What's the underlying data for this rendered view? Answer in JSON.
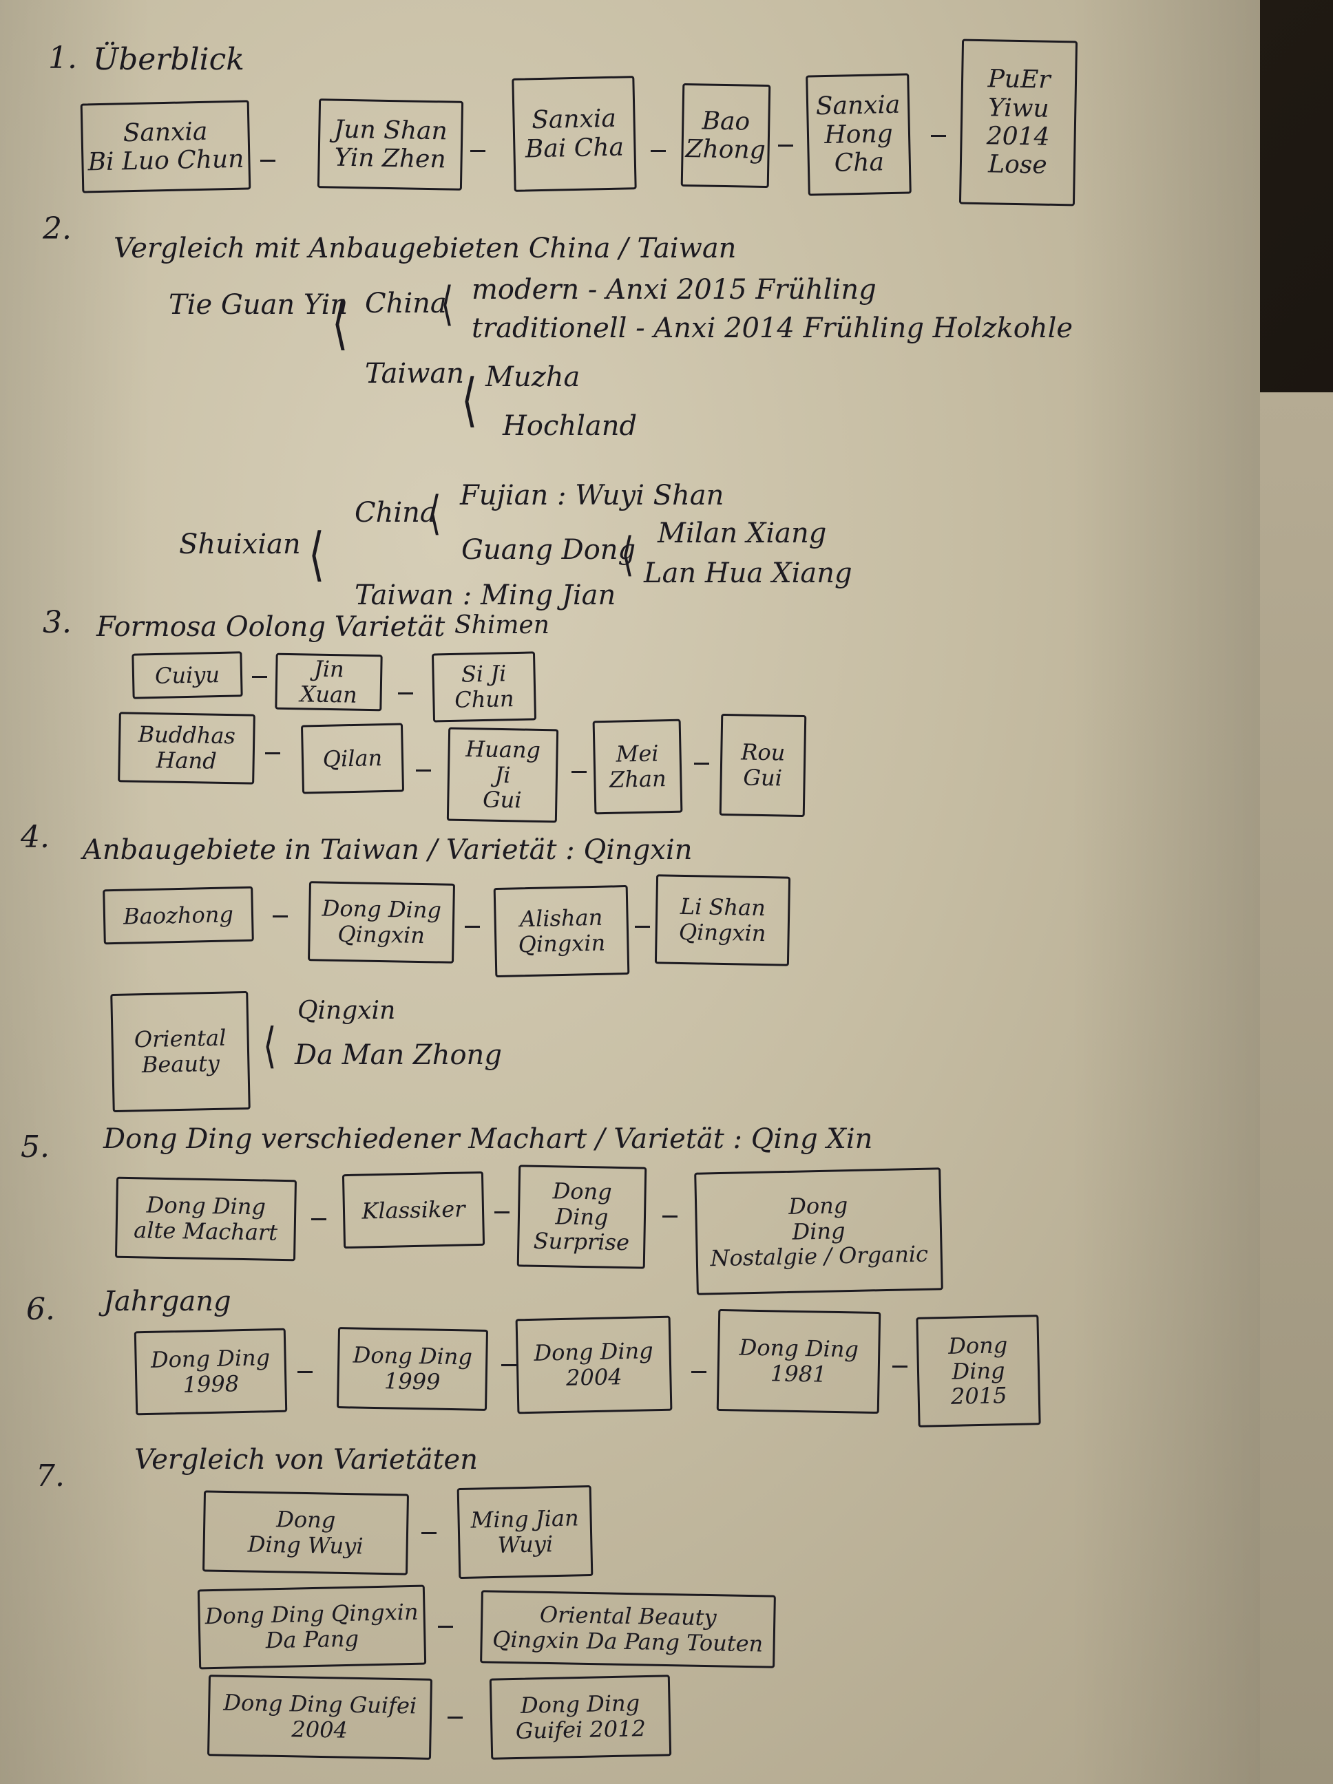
{
  "s1": {
    "num": "1.",
    "title": "Überblick",
    "boxes": [
      [
        "Sanxia",
        "Bi Luo Chun"
      ],
      [
        "Jun Shan",
        "Yin Zhen"
      ],
      [
        "Sanxia",
        "Bai Cha"
      ],
      [
        "Bao",
        "Zhong"
      ],
      [
        "Sanxia",
        "Hong",
        "Cha"
      ],
      [
        "PuEr",
        "Yiwu",
        "2014",
        "Lose"
      ]
    ]
  },
  "s2": {
    "num": "2.",
    "title": "Vergleich mit Anbaugebieten China / Taiwan",
    "tgy": "Tie Guan Yin",
    "china": "China",
    "modern": "modern - Anxi 2015 Frühling",
    "traditionell": "traditionell - Anxi 2014 Frühling Holzkohle",
    "taiwan": "Taiwan",
    "muzha": "Muzha",
    "hochland": "Hochland",
    "shuixian": "Shuixian",
    "china2": "China",
    "fujian": "Fujian : Wuyi Shan",
    "guangdong": "Guang Dong",
    "milan": "Milan Xiang",
    "lanhua": "Lan Hua Xiang",
    "taiwan2": "Taiwan : Ming Jian",
    "shimen": "Shimen"
  },
  "s3": {
    "num": "3.",
    "title": "Formosa Oolong Varietät",
    "row1": [
      [
        "Cuiyu"
      ],
      [
        "Jin",
        "Xuan"
      ],
      [
        "Si Ji",
        "Chun"
      ]
    ],
    "row2": [
      [
        "Buddhas",
        "Hand"
      ],
      [
        "Qilan"
      ],
      [
        "Huang",
        "Ji",
        "Gui"
      ],
      [
        "Mei",
        "Zhan"
      ],
      [
        "Rou",
        "Gui"
      ]
    ]
  },
  "s4": {
    "num": "4.",
    "title": "Anbaugebiete in Taiwan / Varietät : Qingxin",
    "boxes": [
      [
        "Baozhong"
      ],
      [
        "Dong Ding",
        "Qingxin"
      ],
      [
        "Alishan",
        "Qingxin"
      ],
      [
        "Li Shan",
        "Qingxin"
      ]
    ],
    "oriental": [
      "Oriental",
      "Beauty"
    ],
    "qingxin": "Qingxin",
    "damanzhong": "Da Man Zhong"
  },
  "s5": {
    "num": "5.",
    "title": "Dong Ding verschiedener Machart / Varietät : Qing Xin",
    "boxes": [
      [
        "Dong Ding",
        "alte Machart"
      ],
      [
        "Klassiker"
      ],
      [
        "Dong",
        "Ding",
        "Surprise"
      ],
      [
        "Dong",
        "Ding",
        "Nostalgie / Organic"
      ]
    ]
  },
  "s6": {
    "num": "6.",
    "title": "Jahrgang",
    "boxes": [
      [
        "Dong Ding",
        "1998"
      ],
      [
        "Dong Ding",
        "1999"
      ],
      [
        "Dong Ding",
        "2004"
      ],
      [
        "Dong Ding",
        "1981"
      ],
      [
        "Dong",
        "Ding",
        "2015"
      ]
    ]
  },
  "s7": {
    "num": "7.",
    "title": "Vergleich von Varietäten",
    "pairs": [
      [
        [
          "Dong",
          "Ding Wuyi"
        ],
        [
          "Ming Jian",
          "Wuyi"
        ]
      ],
      [
        [
          "Dong Ding Qingxin",
          "Da Pang"
        ],
        [
          "Oriental Beauty",
          "Qingxin Da Pang Touten"
        ]
      ],
      [
        [
          "Dong Ding Guifei",
          "2004"
        ],
        [
          "Dong Ding",
          "Guifei 2012"
        ]
      ]
    ]
  }
}
